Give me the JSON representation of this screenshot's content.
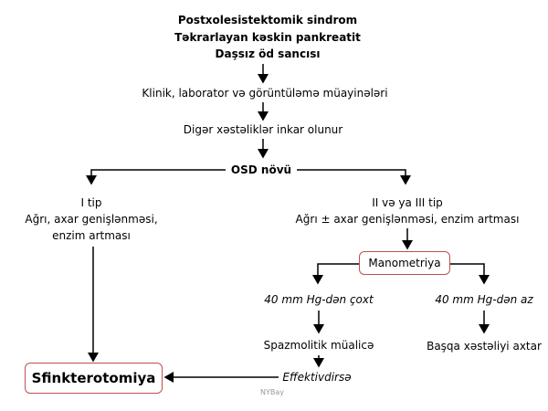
{
  "start": [
    "Postxolesistektomik sindrom",
    "Təkrarlayan kəskin pankreatit",
    "Daşsız öd sancısı"
  ],
  "step1": "Klinik, laborator və görüntüləmə müayinələri",
  "step2": "Digər xəstəliklər inkar olunur",
  "decision": "OSD növü",
  "left": {
    "title": "I tip",
    "lines": [
      "Ağrı, axar genişlənməsi,",
      "enzim artması"
    ]
  },
  "right": {
    "title": "II və ya III tip",
    "lines": [
      "Ağrı ± axar genişlənməsi, enzim artması"
    ]
  },
  "manometry": "Manometriya",
  "high": "40 mm Hg-dən çoxt",
  "low": "40 mm Hg-dən az",
  "spasmolytic": "Spazmolitik müalicə",
  "other": "Başqa xəstəliyi axtar",
  "effective": "Effektivdirsə",
  "result": "Sfinkterotomiya",
  "watermark": "NYBay",
  "colors": {
    "box_border": "#c0504d",
    "watermark": "#999999"
  }
}
